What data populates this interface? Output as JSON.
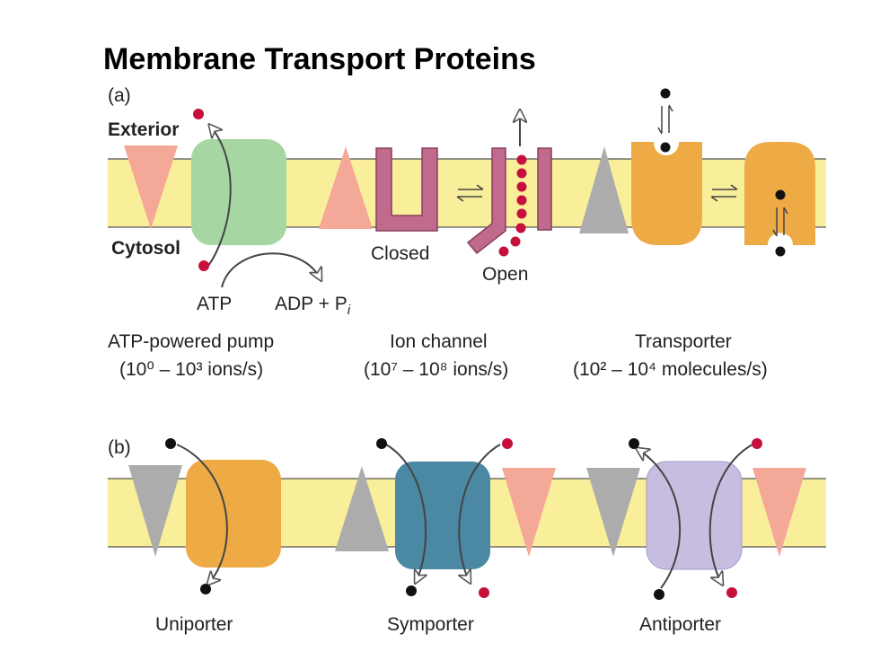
{
  "title": "Membrane Transport Proteins",
  "panel_a": {
    "label": "(a)",
    "exterior": "Exterior",
    "cytosol": "Cytosol",
    "atp": "ATP",
    "adp": "ADP + P",
    "adp_sub": "i",
    "closed": "Closed",
    "open": "Open",
    "pump": {
      "name": "ATP-powered pump",
      "rate": "(10⁰ – 10³ ions/s)"
    },
    "channel": {
      "name": "Ion channel",
      "rate": "(10⁷ – 10⁸ ions/s)"
    },
    "transporter": {
      "name": "Transporter",
      "rate": "(10² – 10⁴ molecules/s)"
    }
  },
  "panel_b": {
    "label": "(b)",
    "uniporter": "Uniporter",
    "symporter": "Symporter",
    "antiporter": "Antiporter"
  },
  "colors": {
    "membrane": "#f9ef9a",
    "pump": "#a6d7a2",
    "channel": "#c06b8e",
    "transporter": "#eeab45",
    "symporter": "#4b88a3",
    "antiporter": "#c7bde0",
    "pink_triangle": "#f4a898",
    "gray_triangle": "#acacac",
    "red_ion": "#c6103c",
    "black_ion": "#111111"
  }
}
